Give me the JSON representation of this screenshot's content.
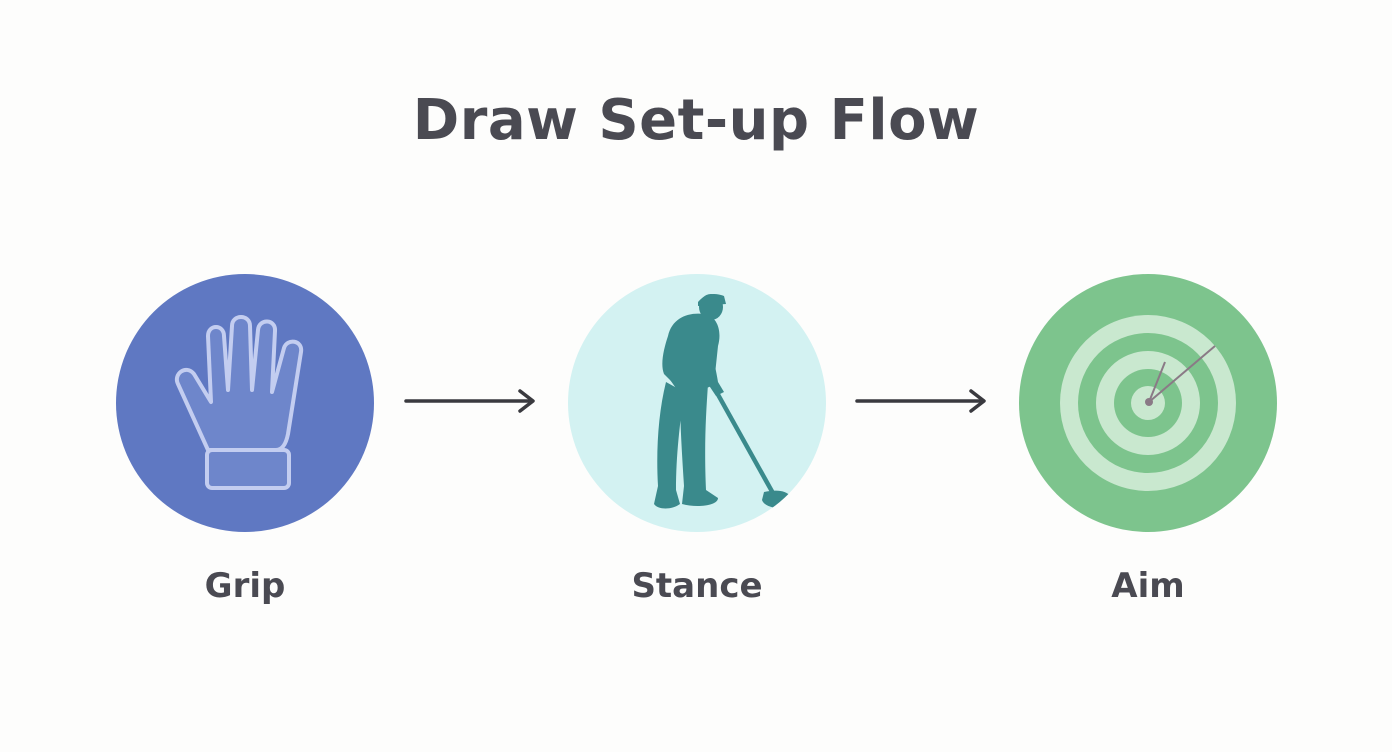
{
  "title": "Draw Set-up Flow",
  "steps": [
    {
      "label": "Grip",
      "icon": "glove-icon",
      "color": "#5f78c2"
    },
    {
      "label": "Stance",
      "icon": "golfer-icon",
      "color": "#d3f2f2"
    },
    {
      "label": "Aim",
      "icon": "target-icon",
      "color": "#7dc48d"
    }
  ],
  "colors": {
    "title_text": "#4a4a52",
    "label_text": "#4a4a52",
    "arrow": "#3a3a3f",
    "golfer": "#3a8a8c"
  }
}
